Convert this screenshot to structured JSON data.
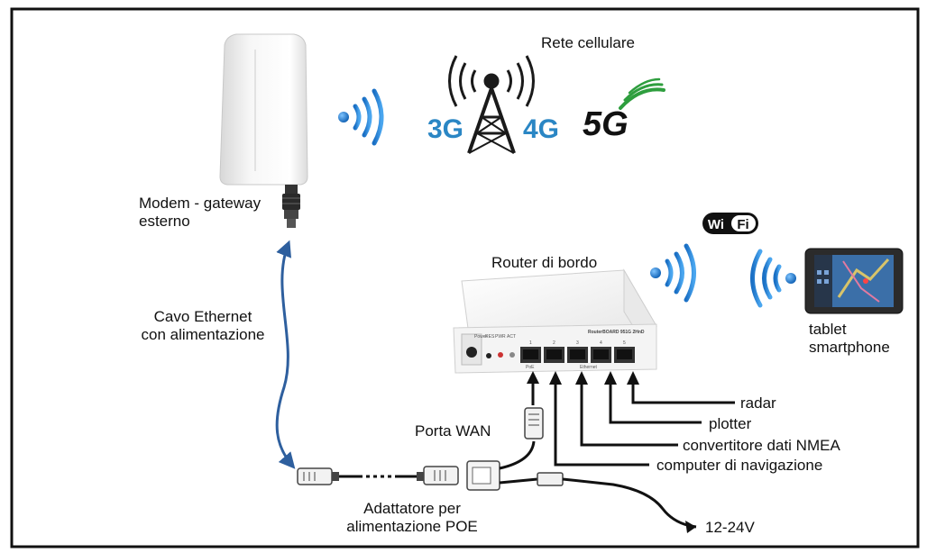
{
  "labels": {
    "cellular_network": "Rete cellulare",
    "modem_line1": "Modem - gateway",
    "modem_line2": "esterno",
    "router": "Router di bordo",
    "ethernet_line1": "Cavo Ethernet",
    "ethernet_line2": "con alimentazione",
    "tablet_line1": "tablet",
    "tablet_line2": "smartphone",
    "wan_port": "Porta WAN",
    "poe_line1": "Adattatore per",
    "poe_line2": "alimentazione POE",
    "radar": "radar",
    "plotter": "plotter",
    "nmea": "convertitore dati NMEA",
    "nav_computer": "computer di navigazione",
    "voltage": "12-24V"
  },
  "badges": {
    "g3": "3G",
    "g4": "4G",
    "g5": "5G",
    "wifi_wi": "Wi",
    "wifi_fi": "Fi"
  },
  "router_panel": {
    "model": "RouterBOARD 951G 2HnD",
    "power": "Power",
    "res": "RES",
    "pwr": "PWR",
    "act": "ACT",
    "port_numbers": [
      "1",
      "2",
      "3",
      "4",
      "5"
    ],
    "poe_tag": "PoE",
    "ethernet_tag": "Ethernet"
  },
  "colors": {
    "ethernet_cable": "#2e5f9e",
    "wifi_waves": "#1b78c9",
    "badge_3g4g": "#2a86c4",
    "frame": "#111111",
    "five_g_arc": "#2e9e3e"
  },
  "icons": [
    "antenna-tower-icon",
    "wifi-waves-icon",
    "wifi-logo-icon"
  ]
}
